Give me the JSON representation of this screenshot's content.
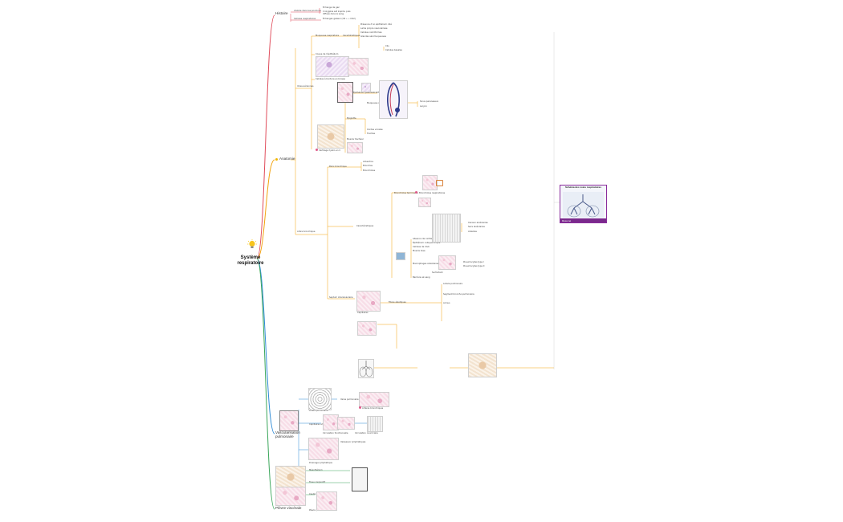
{
  "root": {
    "title": "Système respiratoire"
  },
  "branches": {
    "histoire": "Histoire",
    "anatomie": "Anatomie",
    "vascularisation": "Vascularisation pulmonaire",
    "plevre": "Plèvre viscérale"
  },
  "histoire_items": [
    "Alvéole dans les poumons",
    "Échange de gaz",
    "L'oxygène est inspiré, puis diffusé dans le sang",
    "Cellules respiratoires",
    "Échanges gazeux (O2 ←→ CO2)"
  ],
  "anatomie_items": [
    "Voies aériennes",
    "Muqueuse respiratoire",
    "Caractéristiques",
    "Présence d'un épithélium cilié",
    "Lame propre vascularisée",
    "Cellules caliciformes",
    "Glandes séromuqueuses",
    "Cils",
    "Cellules basales",
    "Coupe de l'épithélium",
    "Cellules à bordure en brosse",
    "Épithélium pseudostratifié",
    "Muqueuse olfactive",
    "Sinus paranasaux",
    "Larynx",
    "Épiglotte",
    "Cordes vocales",
    "Trachée",
    "Cartilage hyalin en C",
    "Muscle trachéal",
    "Adventice",
    "Paroi bronchique",
    "Bronches",
    "Bronchioles",
    "Arbre bronchique",
    "Bronchioles terminales",
    "Bronchioles respiratoires",
    "Caractéristiques",
    "Absence de cartilage",
    "Épithélium cubique simple",
    "Cellules de Club",
    "Muscle lisse",
    "Canaux alvéolaires",
    "Sacs alvéolaires",
    "Alvéoles",
    "Pneumocytes type I",
    "Pneumocytes type II",
    "Macrophages alvéolaires",
    "Barrière air-sang",
    "Surfactant",
    "Septum interalvéolaire",
    "Capillaires",
    "Fibres élastiques",
    "Lobule pulmonaire",
    "Segment broncho-pulmonaire",
    "Acinus"
  ],
  "vasc_items": [
    "Artère pulmonaire",
    "Veine pulmonaire",
    "Artères bronchiques",
    "Capillaires alvéolaires",
    "Circulation fonctionnelle",
    "Circulation nourricière",
    "Drainage lymphatique",
    "Vaisseaux lymphatiques"
  ],
  "plevre_items": [
    "Mésothélium",
    "Tissu conjonctif",
    "Cavité pleurale",
    "Plèvre pariétale"
  ],
  "callout": {
    "title": "Schéma des voies respiratoires",
    "footer": "Résumé"
  },
  "colors": {
    "histoire": "#e04b5a",
    "anatomie": "#f2a20c",
    "vascularisation": "#2e8bd6",
    "plevre": "#3aa65a",
    "callout_border": "#8a2c9c"
  }
}
